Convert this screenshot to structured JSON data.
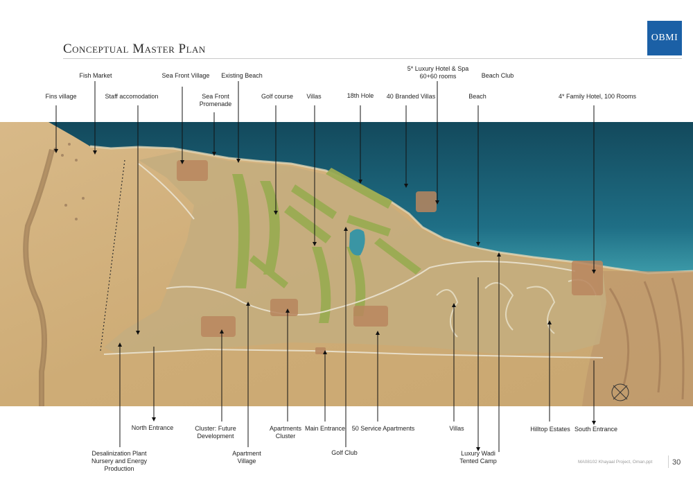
{
  "header": {
    "title": "Conceptual Master Plan",
    "logo": "OBMI"
  },
  "labels_top": {
    "fish_market": "Fish Market",
    "sea_front_village": "Sea Front Village",
    "existing_beach": "Existing Beach",
    "luxury_hotel_1": "5*  Luxury Hotel & Spa",
    "luxury_hotel_2": "60+60 rooms",
    "beach_club": "Beach Club",
    "fins_village": "Fins village",
    "staff_accommodation": "Staff accomodation",
    "sea_front_promenade_1": "Sea Front",
    "sea_front_promenade_2": "Promenade",
    "golf_course": "Golf course",
    "villas_top": "Villas",
    "hole_18": "18th Hole",
    "branded_villas": "40 Branded Villas",
    "beach": "Beach",
    "family_hotel": "4* Family Hotel, 100 Rooms"
  },
  "labels_bottom": {
    "north_entrance": "North Entrance",
    "cluster_1": "Cluster: Future",
    "cluster_2": "Development",
    "apartments_cluster_1": "Apartments",
    "apartments_cluster_2": "Cluster",
    "main_entrance": "Main Entrance",
    "service_apartments": "50 Service Apartments",
    "villas_bottom": "Villas",
    "hilltop_estates": "Hilltop Estates",
    "south_entrance": "South Entrance",
    "desal_1": "Desalinization Plant",
    "desal_2": "Nursery and Energy",
    "desal_3": "Production",
    "apartment_village_1": "Apartment",
    "apartment_village_2": "Village",
    "golf_club": "Golf Club",
    "wadi_1": "Luxury Wadi",
    "wadi_2": "Tented Camp"
  },
  "footer": {
    "reference": "MA08102 Khayaal Project, Oman.ppt",
    "page": "30"
  },
  "colors": {
    "sea": "#1f6f86",
    "desert": "#d2b27e",
    "golf": "#9aab52",
    "logo": "#1b60a6"
  }
}
